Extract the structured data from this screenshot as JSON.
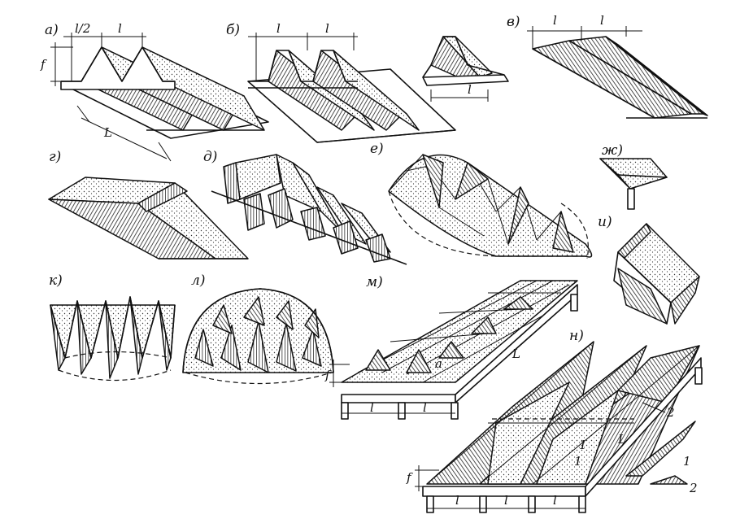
{
  "labels": {
    "a": "а)",
    "b": "б)",
    "v": "в)",
    "g": "г)",
    "d": "д)",
    "e": "е)",
    "zh": "ж)",
    "i": "и)",
    "k": "к)",
    "l": "л)",
    "m": "м)",
    "n": "н)"
  },
  "dims": {
    "l_half": "l/2",
    "l": "l",
    "L": "L",
    "f": "f",
    "a": "a",
    "one": "1",
    "two": "2"
  }
}
